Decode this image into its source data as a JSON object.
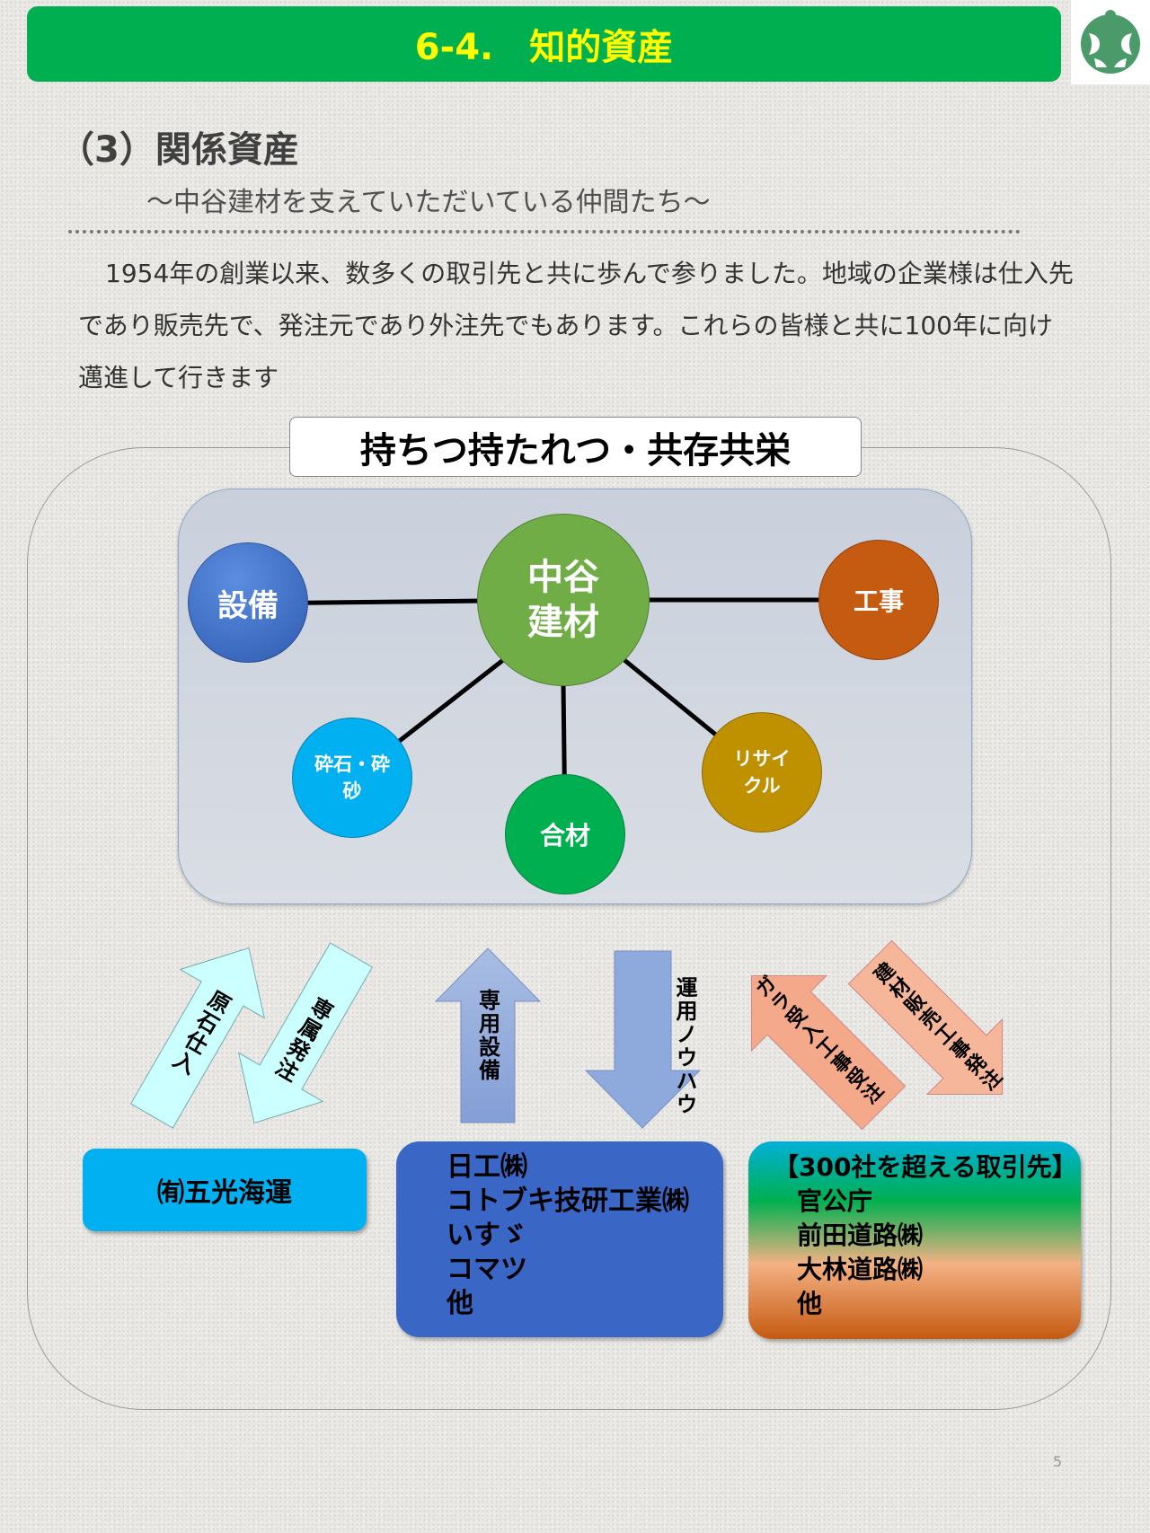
{
  "header": {
    "title": "6-4.　知的資産",
    "logo": "company-emblem"
  },
  "section": {
    "title": "（3）関係資産",
    "subtitle": "～中谷建材を支えていただいている仲間たち～"
  },
  "intro": "1954年の創業以来、数多くの取引先と共に歩んで参りました。地域の企業様は仕入先であり販売先で、発注元であり外注先でもあります。これらの皆様と共に100年に向け邁進して行きます",
  "diagram": {
    "title": "持ちつ持たれつ・共存共栄",
    "center": "中谷建材",
    "nodes": [
      "設備",
      "工事",
      "砕石・砕砂",
      "合材",
      "リサイクル"
    ],
    "arrows": {
      "raw_purchase": "原石仕入",
      "exclusive_order": "専属発注",
      "dedicated_equipment": "専用設備",
      "operation_knowhow": "運用ノウハウ",
      "rubble_intake": [
        "ガラ受入",
        "工事受注"
      ],
      "material_sales": [
        "建材販売",
        "工事発注"
      ]
    },
    "partners": {
      "shipping": "㈲五光海運",
      "equipment": [
        "日工㈱",
        "コトブキ技研工業㈱",
        "いすゞ",
        "コマツ",
        "他"
      ],
      "clients": {
        "heading": "【300社を超える取引先】",
        "items": [
          "官公庁",
          "前田道路㈱",
          "大林道路㈱",
          "他"
        ]
      }
    }
  },
  "page_number": "5",
  "colors": {
    "header": "#00b050",
    "header_text": "#ffff00",
    "center": "#70ad47",
    "equipment": "#4472c4",
    "construction": "#c55a11",
    "gravel": "#00b0f0",
    "asphalt": "#00b050",
    "recycle": "#bf9000"
  }
}
